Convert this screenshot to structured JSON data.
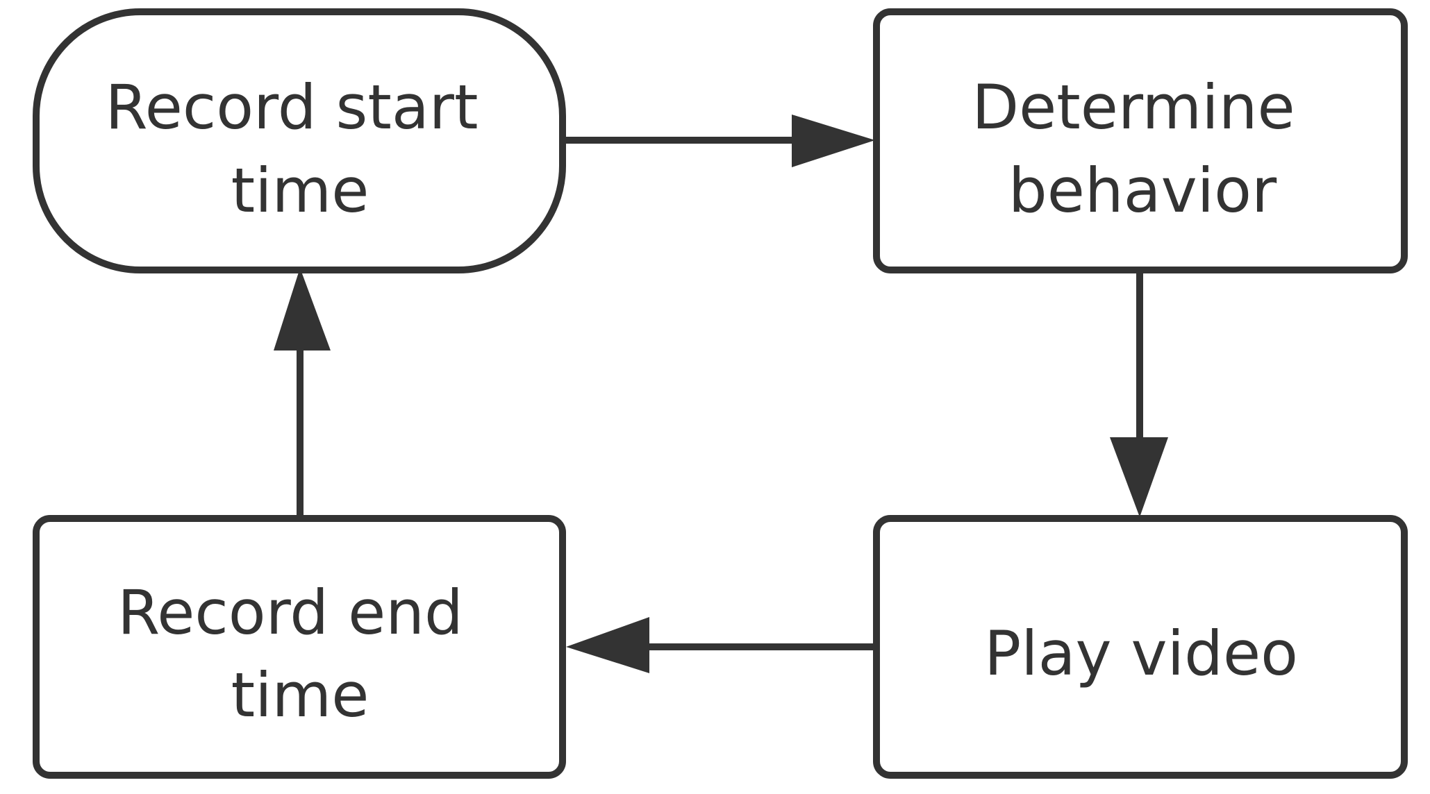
{
  "diagram": {
    "nodes": {
      "record_start": {
        "shape": "terminator",
        "lines": [
          "Record start",
          "time"
        ]
      },
      "determine_behavior": {
        "shape": "process",
        "lines": [
          "Determine",
          "behavior"
        ]
      },
      "play_video": {
        "shape": "process",
        "lines": [
          "Play video"
        ]
      },
      "record_end": {
        "shape": "process",
        "lines": [
          "Record end",
          "time"
        ]
      }
    },
    "edges": [
      {
        "from": "Record start time",
        "to": "Determine behavior"
      },
      {
        "from": "Determine behavior",
        "to": "Play video"
      },
      {
        "from": "Play video",
        "to": "Record end time"
      },
      {
        "from": "Record end time",
        "to": "Record start time"
      }
    ],
    "colors": {
      "stroke": "#333333",
      "fill": "#ffffff",
      "text": "#333333",
      "background": "#ffffff"
    }
  }
}
